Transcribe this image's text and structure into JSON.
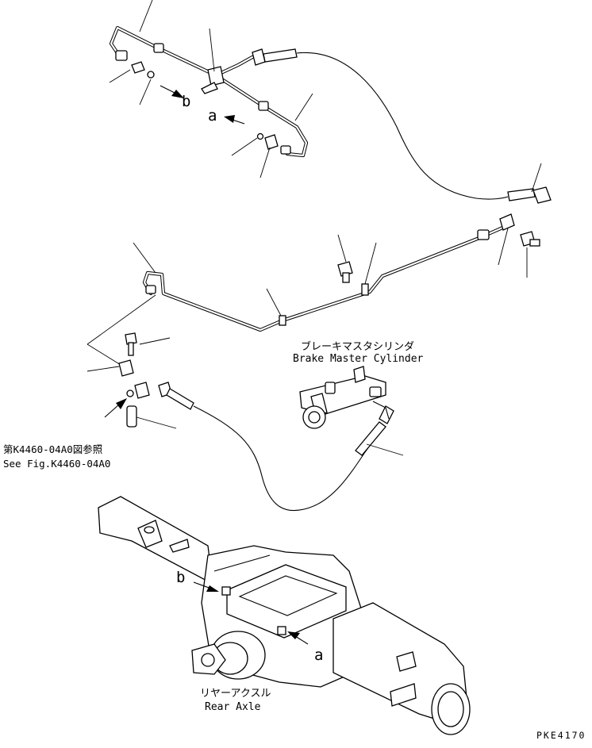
{
  "labels": {
    "ref_a_top": "a",
    "ref_b_top": "b",
    "ref_a_axle": "a",
    "ref_b_axle": "b",
    "master_cylinder_jp": "ブレーキマスタシリンダ",
    "master_cylinder_en": "Brake Master Cylinder",
    "see_fig_jp": "第K4460-04A0図参照",
    "see_fig_en": "See Fig.K4460-04A0",
    "rear_axle_jp": "リヤーアクスル",
    "rear_axle_en": "Rear Axle",
    "drawing_code": "PKE4170"
  }
}
